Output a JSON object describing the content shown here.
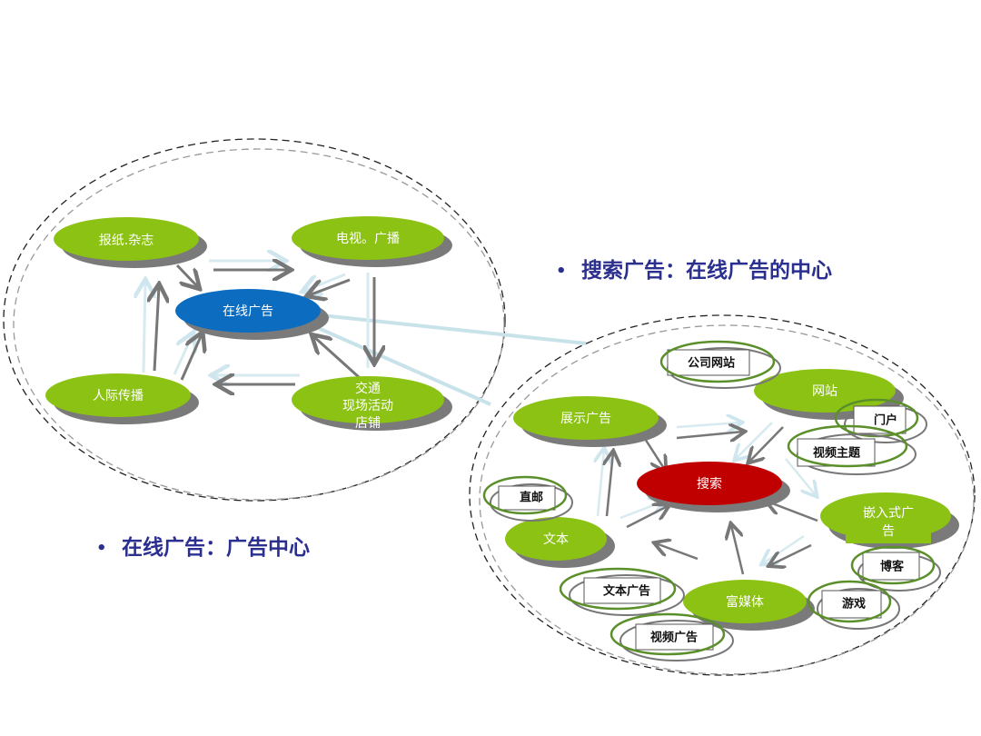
{
  "left_cluster": {
    "center": "在线广告",
    "nodes": [
      "报纸.杂志",
      "电视。广播",
      "人际传播"
    ],
    "traffic": [
      "交通",
      "现场活动",
      "店铺"
    ]
  },
  "right_cluster": {
    "center": "搜索",
    "nodes": {
      "display": "展示广告",
      "website": "网站",
      "embedded": [
        "嵌入式广",
        "告"
      ],
      "text": "文本",
      "rich_media": "富媒体"
    },
    "tags": {
      "company_site": "公司网站",
      "portal": "门户",
      "video_topic": "视频主题",
      "direct_mail": "直邮",
      "blog": "博客",
      "game": "游戏",
      "text_ad": "文本广告",
      "video_ad": "视频广告"
    }
  },
  "bullets": {
    "search": "搜索广告：在线广告的中心",
    "online": "在线广告：广告中心",
    "marker": "•"
  },
  "colors": {
    "green": "#8cc214",
    "blue": "#0b6cc0",
    "red": "#c00000",
    "bullet_text": "#2b2f8f"
  }
}
